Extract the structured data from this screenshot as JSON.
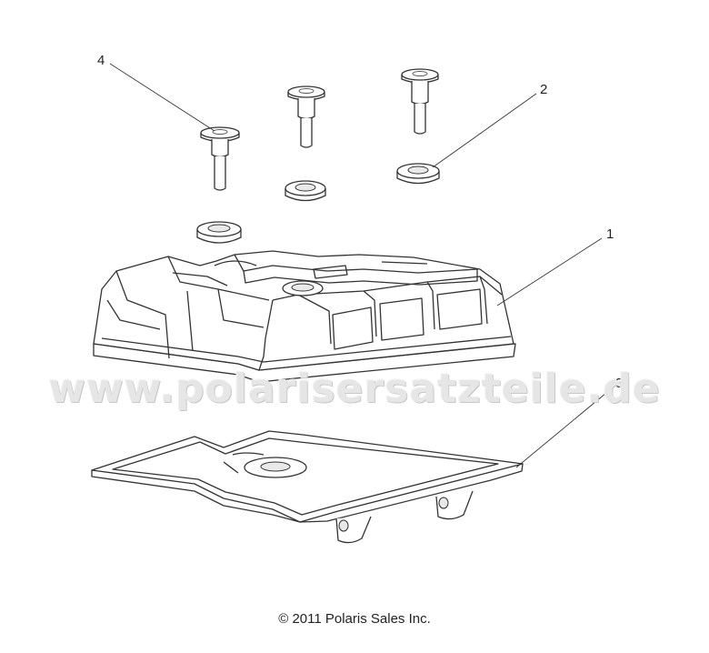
{
  "callouts": {
    "c1": "1",
    "c2": "2",
    "c3": "3",
    "c4": "4"
  },
  "watermark": "www.polarisersatzteile.de",
  "copyright": "© 2011 Polaris Sales Inc."
}
